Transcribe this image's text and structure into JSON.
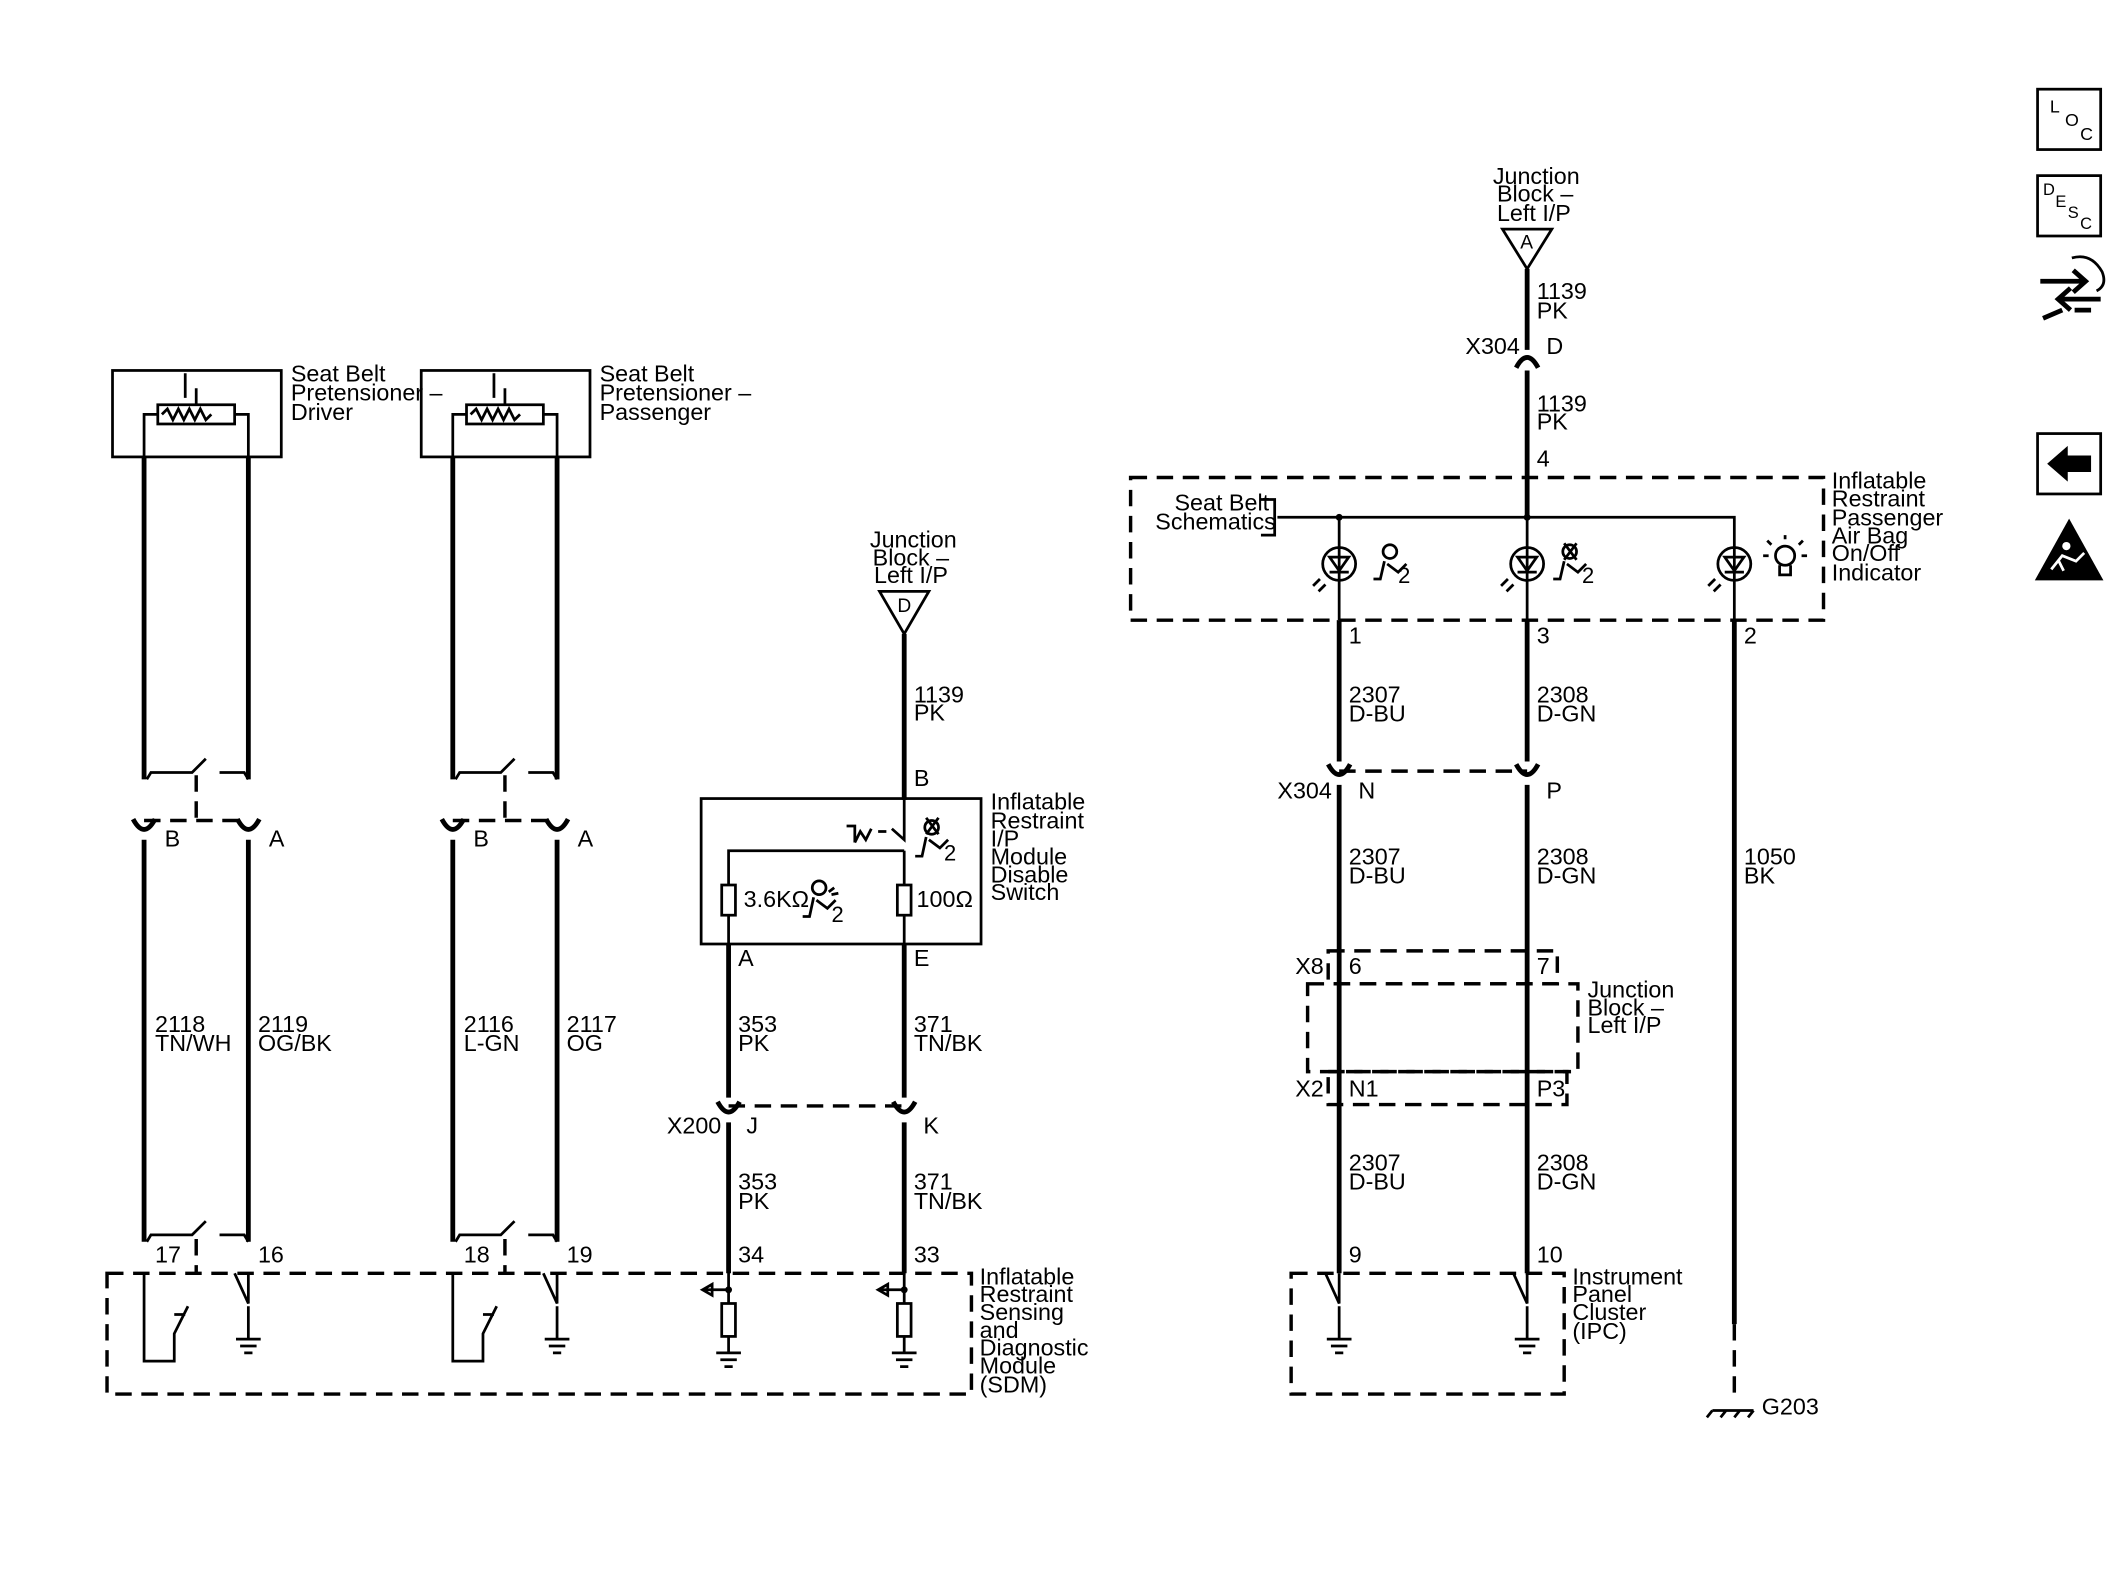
{
  "components": {
    "sb_driver": [
      "Seat Belt",
      "Pretensioner –",
      "Driver"
    ],
    "sb_passenger": [
      "Seat Belt",
      "Pretensioner –",
      "Passenger"
    ],
    "jb_top": [
      "Junction",
      "Block –",
      "Left I/P"
    ],
    "jb_mid": [
      "Junction",
      "Block –",
      "Left I/P"
    ],
    "jb_right": [
      "Junction",
      "Block –",
      "Left I/P"
    ],
    "disable_switch": [
      "Inflatable",
      "Restraint",
      "I/P",
      "Module",
      "Disable",
      "Switch"
    ],
    "sdm": [
      "Inflatable",
      "Restraint",
      "Sensing",
      "and",
      "Diagnostic",
      "Module",
      "(SDM)"
    ],
    "indicator": [
      "Inflatable",
      "Restraint",
      "Passenger",
      "Air Bag",
      "On/Off",
      "Indicator"
    ],
    "ipc": [
      "Instrument",
      "Panel",
      "Cluster",
      "(IPC)"
    ],
    "seat_belt_schematics": [
      "Seat Belt",
      "Schematics"
    ]
  },
  "wires": {
    "w2118": [
      "2118",
      "TN/WH"
    ],
    "w2119": [
      "2119",
      "OG/BK"
    ],
    "w2116": [
      "2116",
      "L-GN"
    ],
    "w2117": [
      "2117",
      "OG"
    ],
    "w1139_mid": [
      "1139",
      "PK"
    ],
    "w353_a": [
      "353",
      "PK"
    ],
    "w371_a": [
      "371",
      "TN/BK"
    ],
    "w353_b": [
      "353",
      "PK"
    ],
    "w371_b": [
      "371",
      "TN/BK"
    ],
    "w1139_top": [
      "1139",
      "PK"
    ],
    "w1139_top2": [
      "1139",
      "PK"
    ],
    "w2307_a": [
      "2307",
      "D-BU"
    ],
    "w2308_a": [
      "2308",
      "D-GN"
    ],
    "w2307_b": [
      "2307",
      "D-BU"
    ],
    "w2308_b": [
      "2308",
      "D-GN"
    ],
    "w1050": [
      "1050",
      "BK"
    ],
    "w2307_c": [
      "2307",
      "D-BU"
    ],
    "w2308_c": [
      "2308",
      "D-GN"
    ]
  },
  "connectors": {
    "x304": "X304",
    "x200": "X200",
    "x8": "X8",
    "x2": "X2",
    "g203": "G203"
  },
  "pins": {
    "p_B1": "B",
    "p_A1": "A",
    "p_B2": "B",
    "p_A2": "A",
    "p_17": "17",
    "p_16": "16",
    "p_18": "18",
    "p_19": "19",
    "p_34": "34",
    "p_33": "33",
    "p_sw_B": "B",
    "p_sw_A": "A",
    "p_sw_E": "E",
    "p_J": "J",
    "p_K": "K",
    "p_jb_D": "D",
    "p_jb_A": "A",
    "p_x304_D": "D",
    "p_4": "4",
    "p_1": "1",
    "p_3": "3",
    "p_2": "2",
    "p_N": "N",
    "p_P": "P",
    "p_6": "6",
    "p_7": "7",
    "p_N1": "N1",
    "p_P3": "P3",
    "p_9": "9",
    "p_10": "10"
  },
  "resistors": {
    "r1": "3.6KΩ",
    "r2": "100Ω"
  },
  "airbag_subscripts": {
    "s1": "2",
    "s2": "2",
    "s3": "2",
    "s4": "2"
  },
  "toolbar": {
    "loc": [
      "L",
      "O",
      "C"
    ],
    "desc": [
      "D",
      "E",
      "S",
      "C"
    ]
  }
}
